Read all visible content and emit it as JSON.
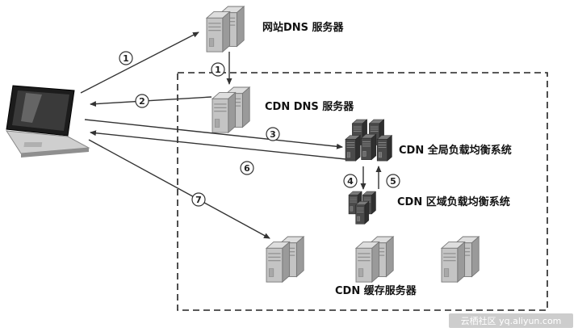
{
  "diagram": {
    "nodes": {
      "website_dns": "网站DNS 服务器",
      "cdn_dns": "CDN DNS 服务器",
      "global_lb": "CDN 全局负载均衡系统",
      "regional_lb": "CDN 区域负载均衡系统",
      "cache_servers": "CDN 缓存服务器"
    },
    "steps": [
      "1",
      "2",
      "3",
      "4",
      "5",
      "6",
      "7"
    ],
    "watermark": "云栖社区 yq.aliyun.com",
    "colors": {
      "arrow": "#333333",
      "dashed_border": "#222222",
      "server_light": "#c4c4c4",
      "server_dark": "#4a4a4a",
      "background": "#ffffff"
    }
  }
}
